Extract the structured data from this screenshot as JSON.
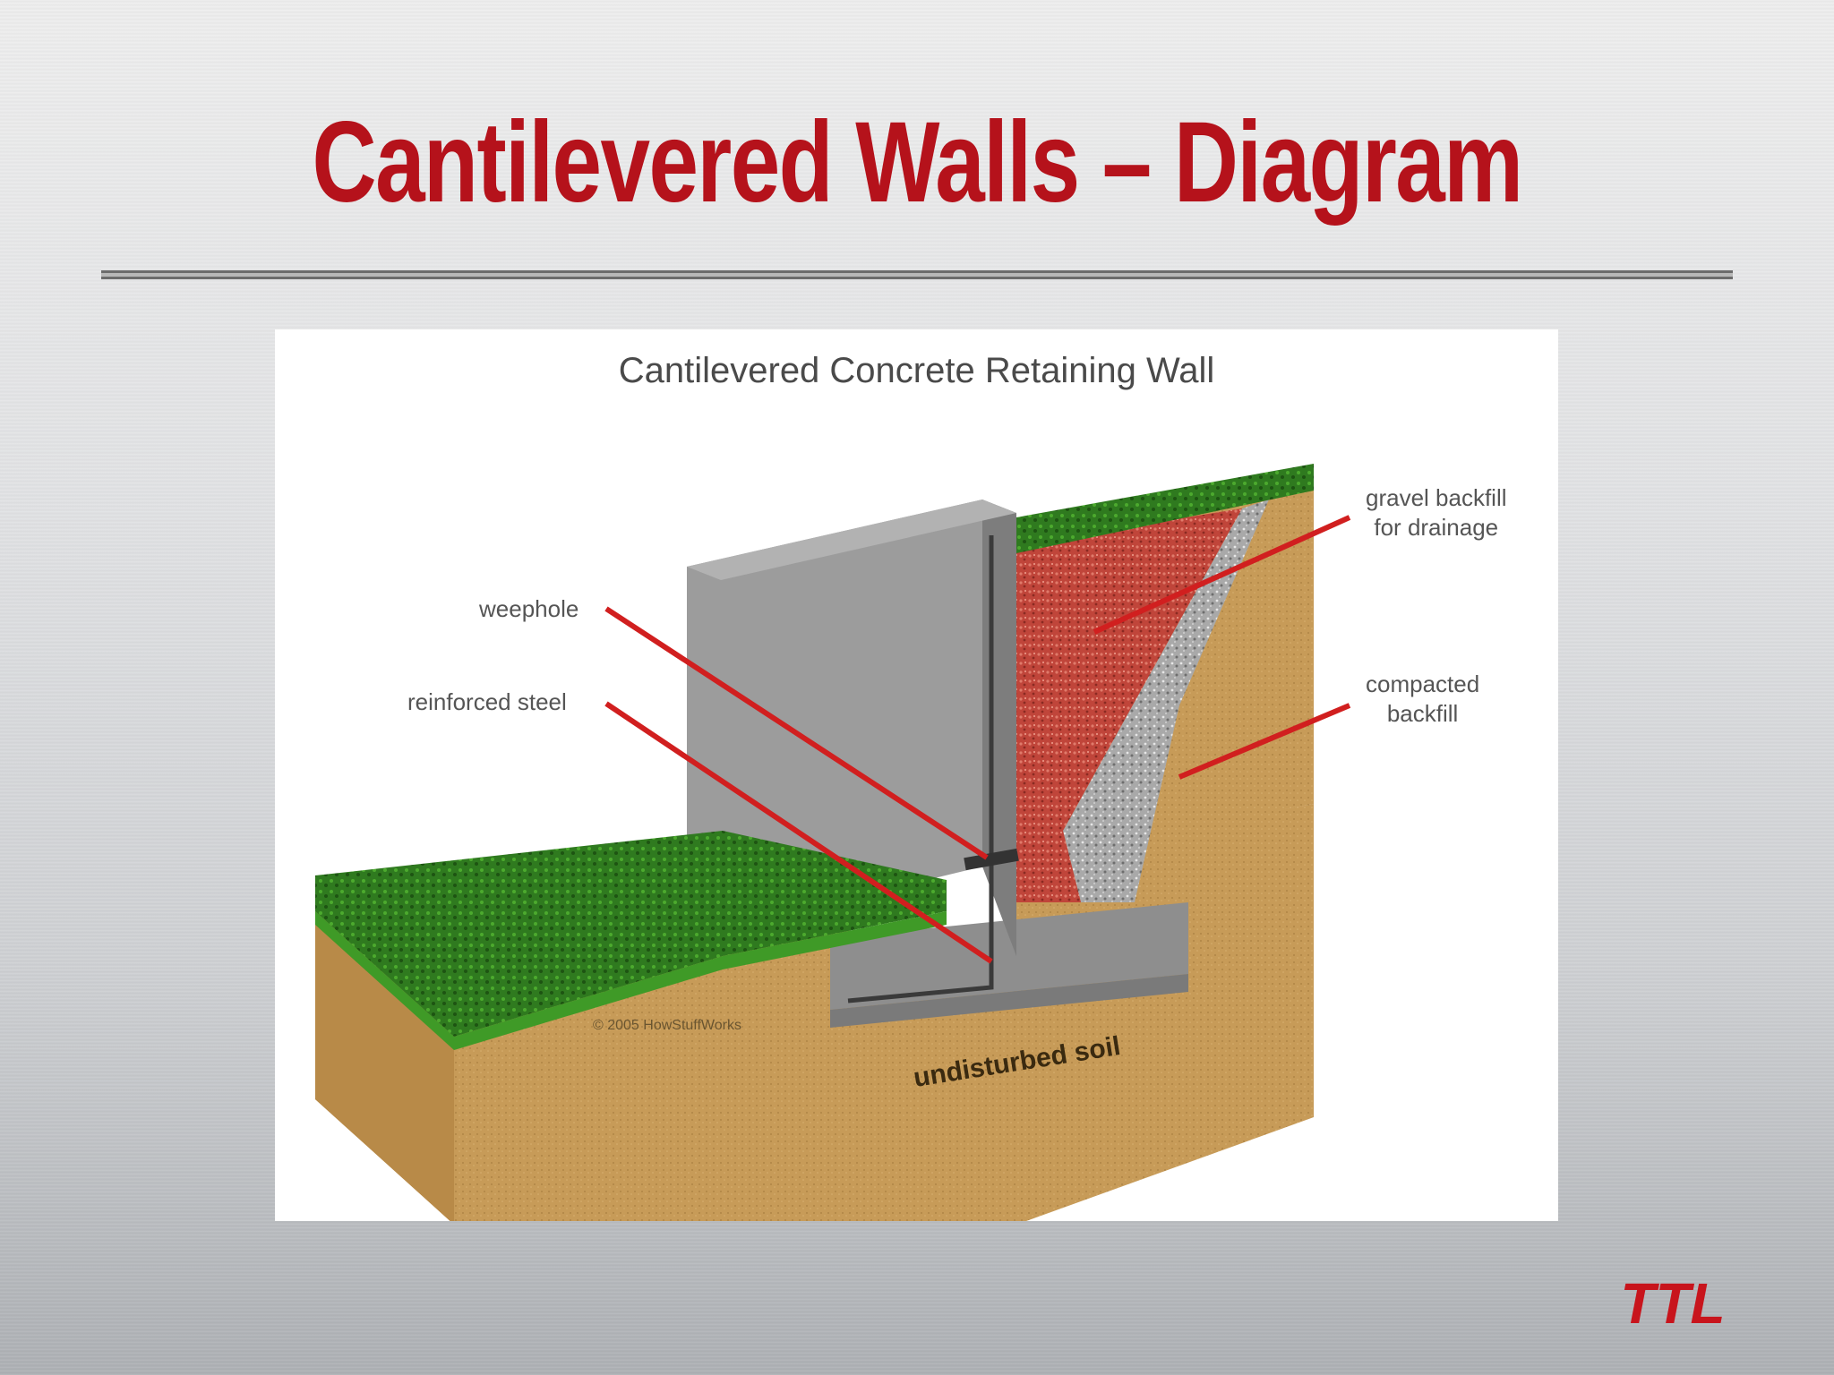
{
  "slide": {
    "title": "Cantilevered Walls – Diagram",
    "logo_text": "TTL",
    "accent_color": "#b5121b"
  },
  "figure": {
    "title": "Cantilevered Concrete Retaining Wall",
    "labels": {
      "weephole": "weephole",
      "reinforced_steel": "reinforced steel",
      "gravel_backfill_line1": "gravel backfill",
      "gravel_backfill_line2": "for drainage",
      "compacted_backfill_line1": "compacted",
      "compacted_backfill_line2": "backfill",
      "undisturbed_soil": "undisturbed soil",
      "copyright": "© 2005 HowStuffWorks"
    },
    "colors": {
      "soil": "#c79b58",
      "concrete": "#9a9a9a",
      "gravel": "#c0453a",
      "compacted": "#a9a9a9",
      "grass": "#2f7a1f",
      "leader": "#d11f1f"
    }
  }
}
